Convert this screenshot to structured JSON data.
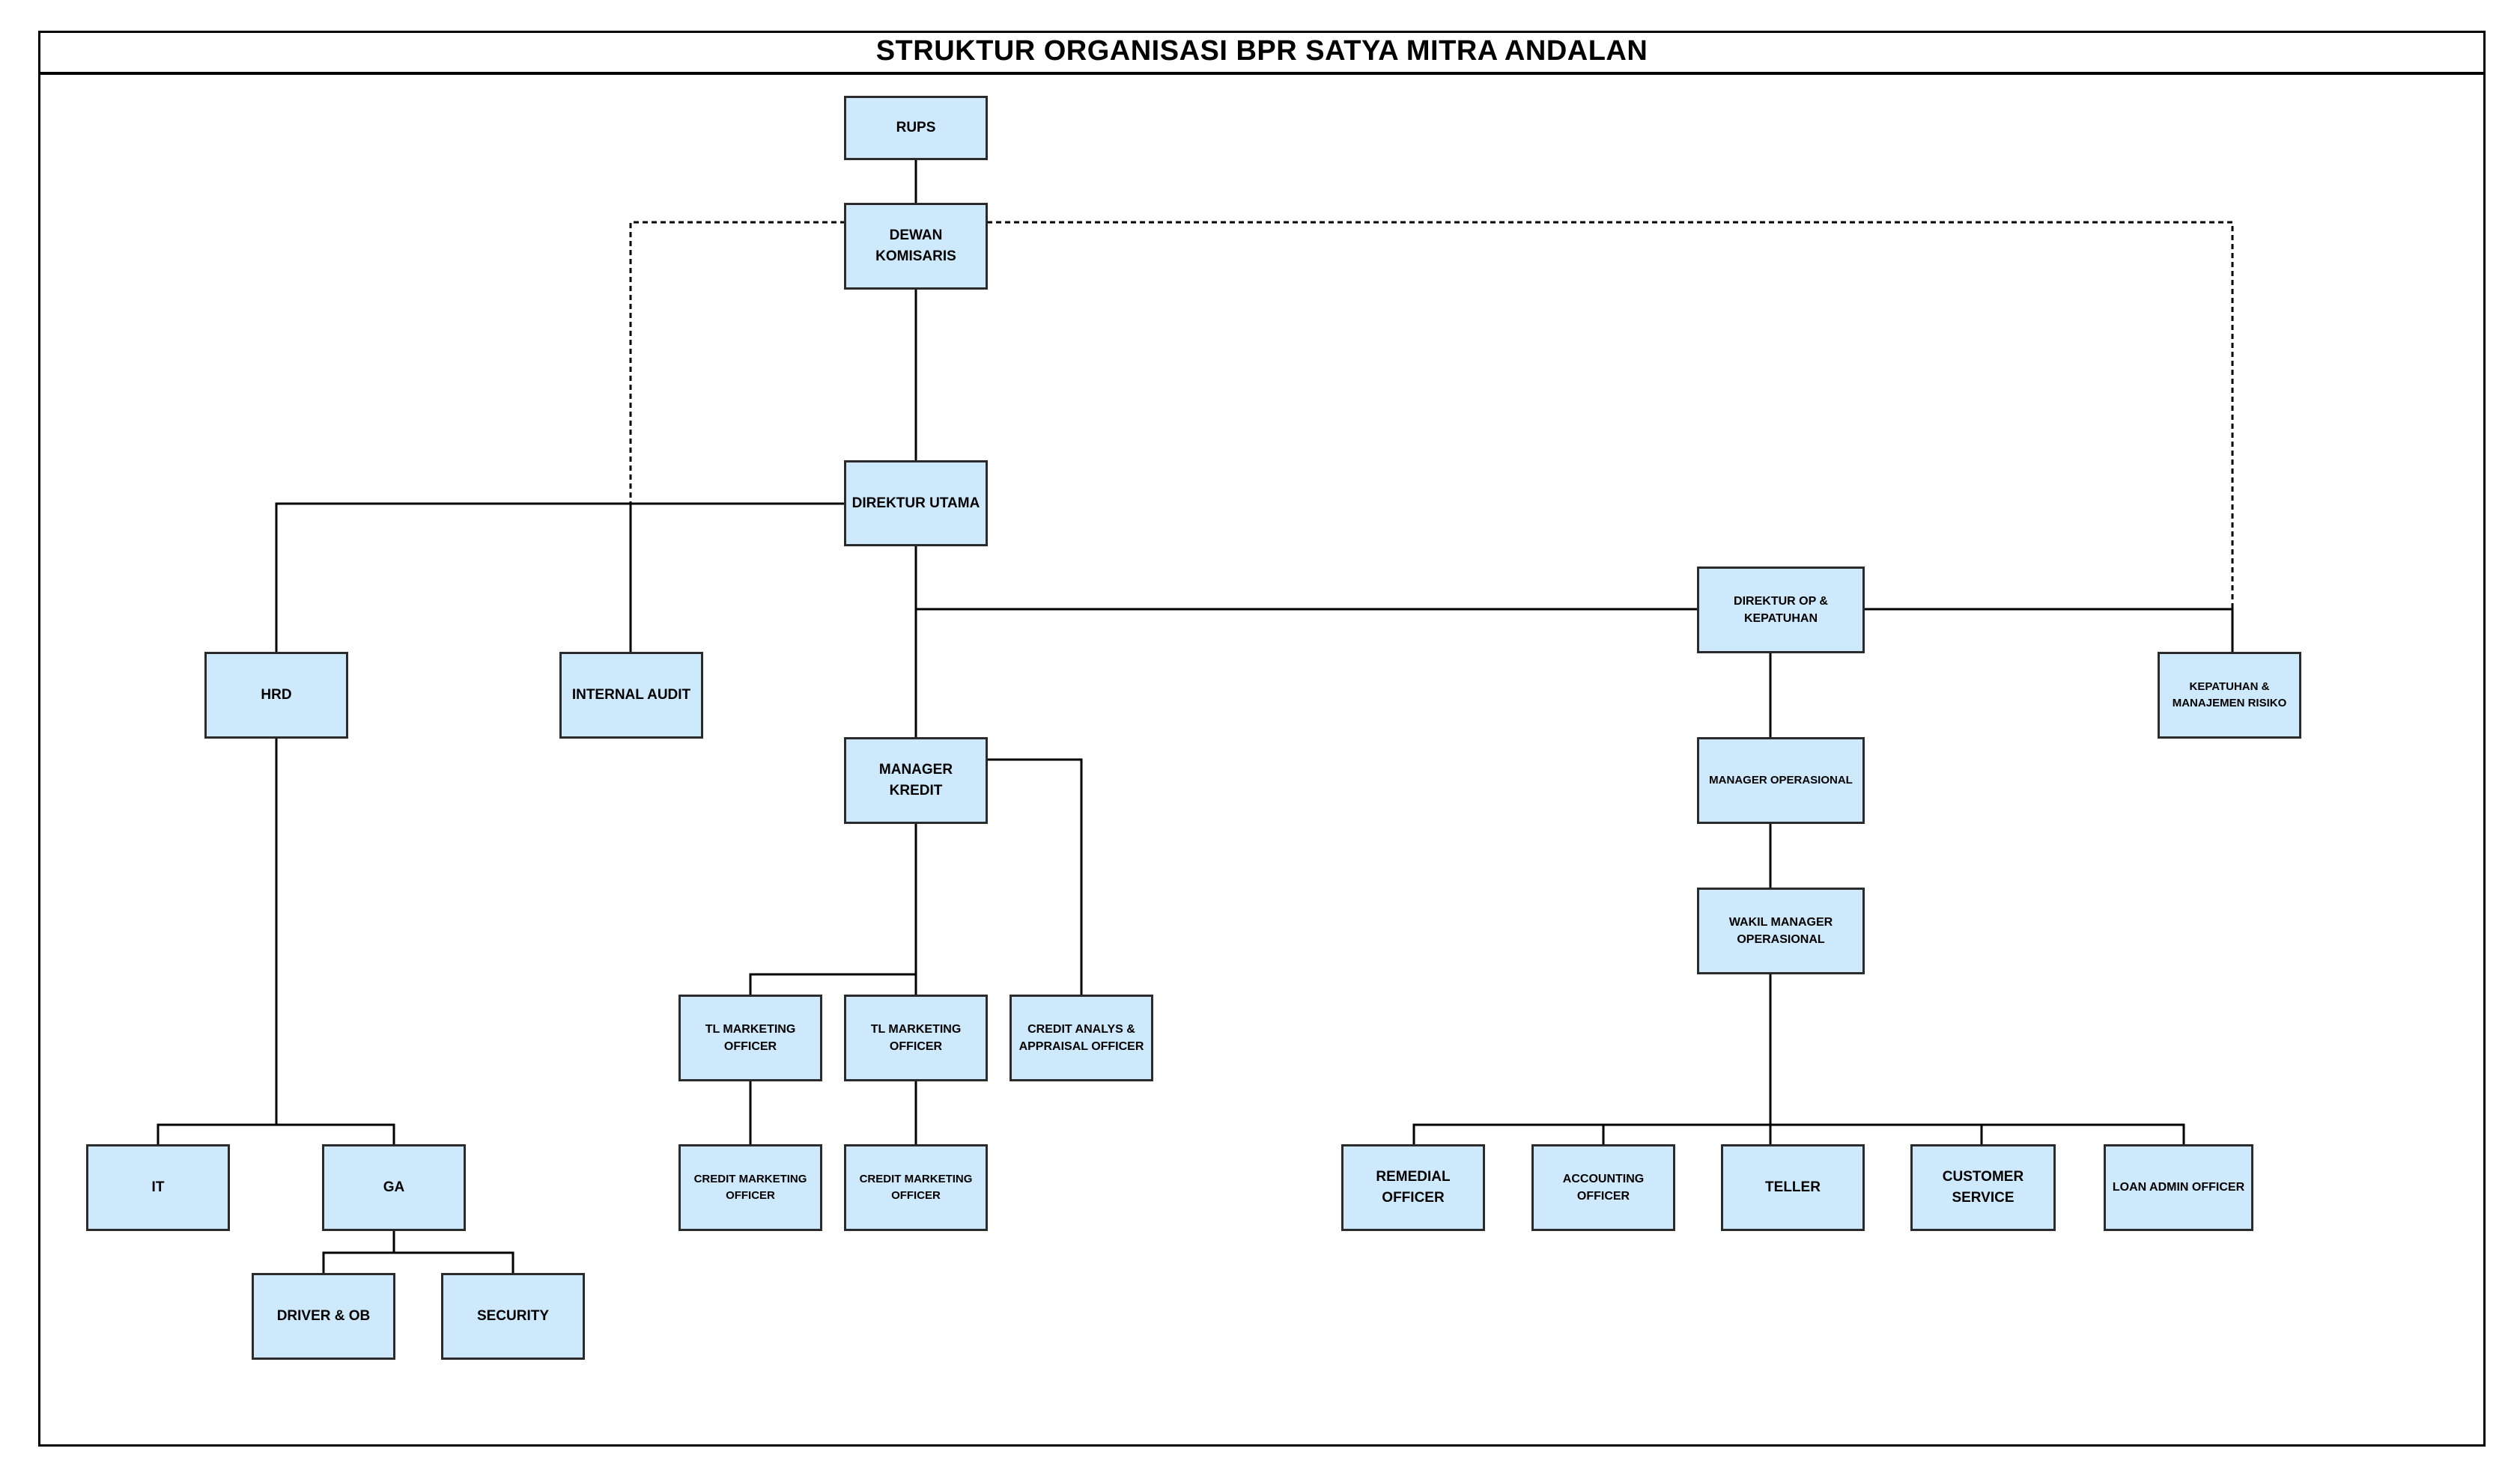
{
  "title": "STRUKTUR ORGANISASI BPR SATYA MITRA ANDALAN",
  "nodes": {
    "rups": "RUPS",
    "dewan_komisaris": "DEWAN\nKOMISARIS",
    "direktur_utama": "DIREKTUR UTAMA",
    "hrd": "HRD",
    "internal_audit": "INTERNAL AUDIT",
    "direktur_op": "DIREKTUR OP &\nKEPATUHAN",
    "kepatuhan": "KEPATUHAN &\nMANAJEMEN RISIKO",
    "manager_kredit": "MANAGER KREDIT",
    "manager_operasional": "MANAGER OPERASIONAL",
    "wakil_manager": "WAKIL MANAGER\nOPERASIONAL",
    "tl_marketing_1": "TL MARKETING\nOFFICER",
    "tl_marketing_2": "TL MARKETING\nOFFICER",
    "credit_analys": "CREDIT ANALYS &\nAPPRAISAL OFFICER",
    "credit_marketing_1": "CREDIT MARKETING\nOFFICER",
    "credit_marketing_2": "CREDIT MARKETING\nOFFICER",
    "it": "IT",
    "ga": "GA",
    "driver_ob": "DRIVER & OB",
    "security": "SECURITY",
    "remedial": "REMEDIAL OFFICER",
    "accounting": "ACCOUNTING\nOFFICER",
    "teller": "TELLER",
    "customer_service": "CUSTOMER SERVICE",
    "loan_admin": "LOAN ADMIN OFFICER"
  },
  "colors": {
    "box_fill": "#cde9fb",
    "line": "#000000"
  }
}
